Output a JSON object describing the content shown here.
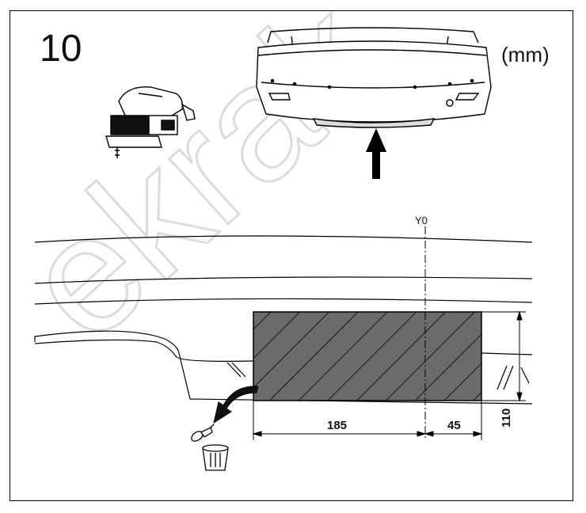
{
  "step": {
    "number": "10"
  },
  "units": "(mm)",
  "axis": {
    "label": "Y0"
  },
  "dimensions": {
    "left_width": "185",
    "right_width": "45",
    "height": "110"
  },
  "watermark": {
    "text": "ekrak",
    "color": "#b9b9b9"
  },
  "icons": [
    "jigsaw-icon",
    "rear-bumper-icon",
    "up-arrow-icon",
    "discard-arrow-icon",
    "trash-can-icon",
    "clip-icon"
  ],
  "colors": {
    "cut_area_fill": "#6b6b6b",
    "line": "#000000"
  }
}
